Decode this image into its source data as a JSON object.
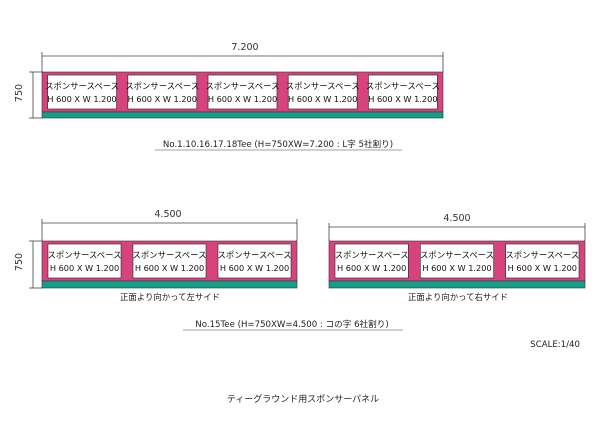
{
  "colors": {
    "pink": "#d7437e",
    "teal": "#139e88",
    "panel_bg": "#ffffff",
    "line": "#444444"
  },
  "diagram": {
    "top": {
      "width_label": "7.200",
      "height_label": "750",
      "panel_count": 5,
      "caption": "No.1.10.16.17.18Tee (H=750XW=7.200 : L字 5社割り)"
    },
    "left": {
      "width_label": "4.500",
      "height_label": "750",
      "panel_count": 3,
      "side_label": "正面より向かって左サイド"
    },
    "right": {
      "width_label": "4.500",
      "panel_count": 3,
      "side_label": "正面より向かって右サイド"
    },
    "bottom_caption": "No.15Tee (H=750XW=4.500 : コの字 6社割り)",
    "scale": "SCALE:1/40",
    "title": "ティーグラウンド用スポンサーパネル"
  },
  "panel": {
    "title": "スポンサースペース",
    "size": "H 600 X W 1.200"
  }
}
